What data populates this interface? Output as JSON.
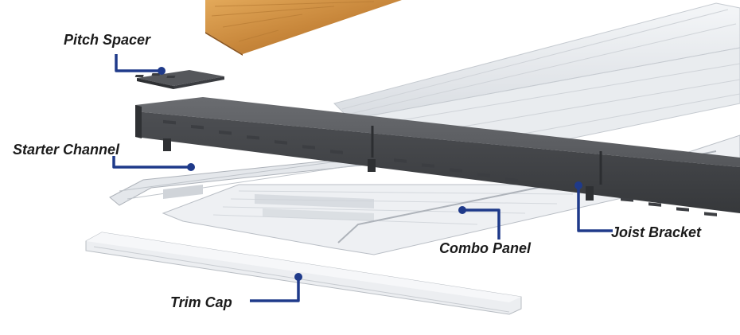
{
  "colors": {
    "leader": "#1f3a8a",
    "bracket": "#4a4c50",
    "wood": "#c98a3c",
    "panel": "#e7eaee"
  },
  "labels": {
    "pitch_spacer": "Pitch Spacer",
    "starter_channel": "Starter Channel",
    "combo_panel": "Combo Panel",
    "joist_bracket": "Joist Bracket",
    "trim_cap": "Trim Cap"
  }
}
